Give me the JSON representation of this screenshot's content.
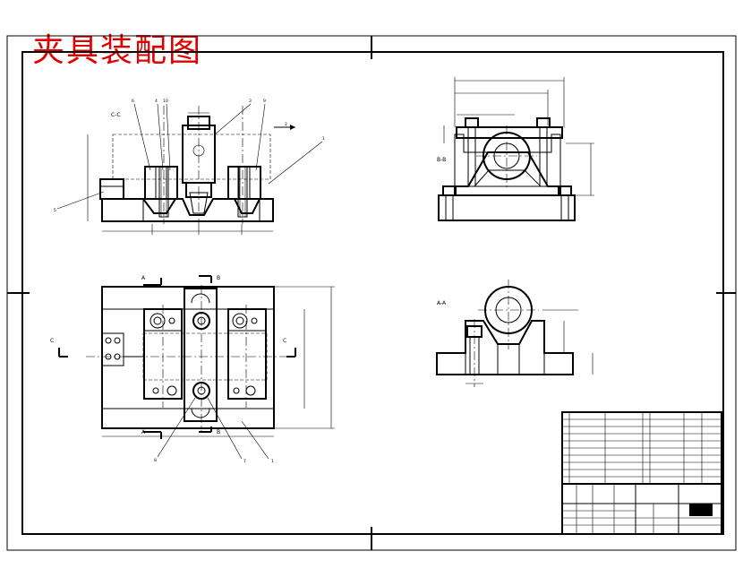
{
  "title": "夹具装配图",
  "views": {
    "front_section": "C-C",
    "side_section": "B-B",
    "aux_section": "A-A",
    "plan_cut_a": "A",
    "plan_cut_b": "B",
    "plan_cut_c": "C"
  },
  "callouts": {
    "front": [
      "6",
      "4",
      "10",
      "3",
      "9",
      "2",
      "1",
      "5"
    ],
    "plan": [
      "8",
      "7",
      "1"
    ]
  },
  "colors": {
    "title": "#e00000",
    "lines": "#000000",
    "background": "#ffffff"
  }
}
